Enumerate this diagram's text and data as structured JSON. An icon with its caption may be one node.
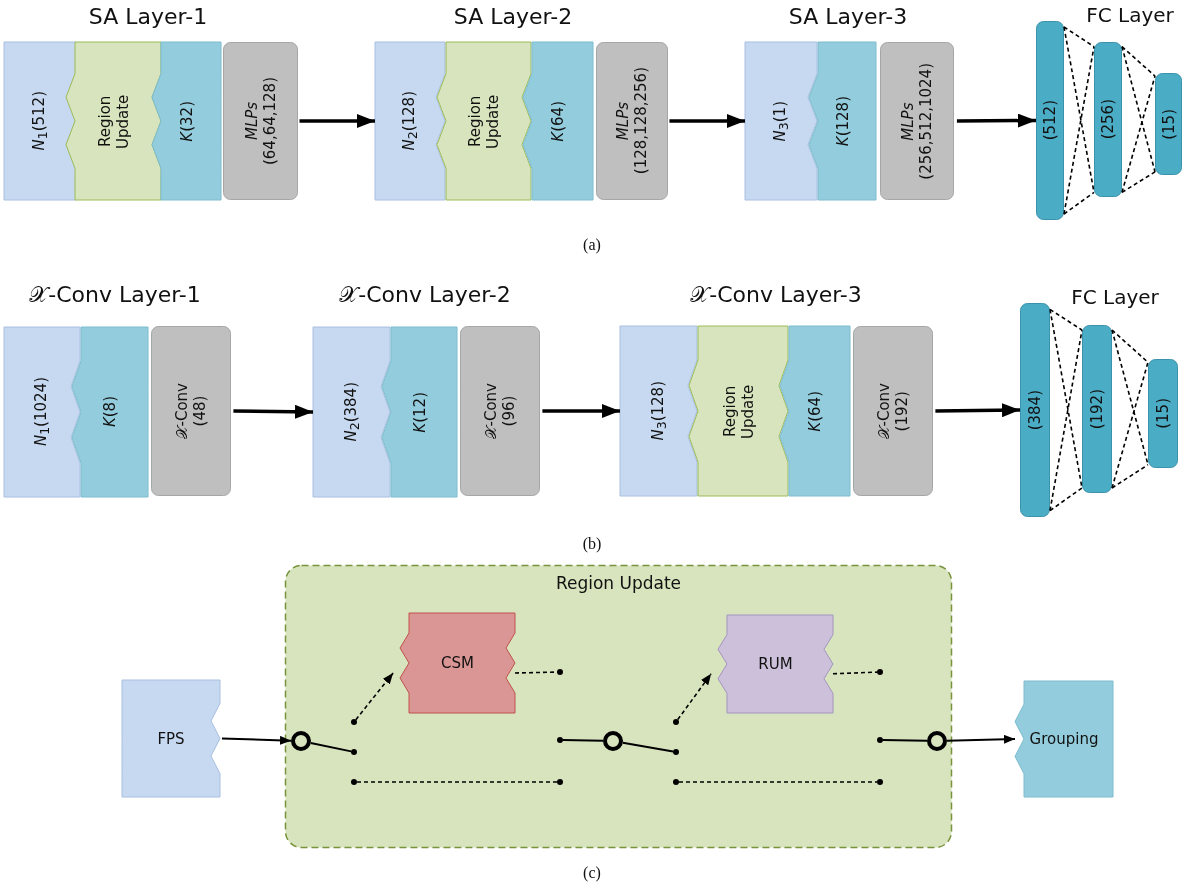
{
  "diagram": {
    "nodes": [
      {
        "text": [
          "*N*$_{1}$(512)"
        ]
      },
      {
        "text": [
          "Region Update"
        ]
      },
      {
        "text": [
          "*K*(32)"
        ]
      },
      {
        "text": [
          "MLPs",
          "(64,64,128)"
        ]
      },
      {
        "text": [
          "*N*$_{2}$(128)"
        ]
      },
      {
        "text": [
          "Region Update"
        ]
      },
      {
        "text": [
          "*K*(64)"
        ]
      },
      {
        "text": [
          "MLPs",
          "(128,128,256)"
        ]
      },
      {
        "text": [
          "*N*$_{3}$(1)"
        ]
      },
      {
        "text": [
          "*K*(128)"
        ]
      },
      {
        "text": [
          "MLPs",
          "(256,512,1024)"
        ]
      },
      {
        "text": [
          "(512)"
        ]
      },
      {
        "text": [
          "(256)"
        ]
      },
      {
        "text": [
          "(15)"
        ]
      },
      {
        "text": [
          "*N*$_{1}$(1024)"
        ]
      },
      {
        "text": [
          "*K*(8)"
        ]
      },
      {
        "text": [
          "𝒳-Conv",
          "(48)"
        ]
      },
      {
        "text": [
          "*N*$_{2}$(384)"
        ]
      },
      {
        "text": [
          "*K*(12)"
        ]
      },
      {
        "text": [
          "𝒳-Conv",
          "(96)"
        ]
      },
      {
        "text": [
          "*N*$_{3}$(128)"
        ]
      },
      {
        "text": [
          "Region Update"
        ]
      },
      {
        "text": [
          "*K*(64)"
        ]
      },
      {
        "text": [
          "𝒳-Conv",
          "(192)"
        ]
      },
      {
        "text": [
          "(384)"
        ]
      },
      {
        "text": [
          "(192)"
        ]
      },
      {
        "text": [
          "(15)"
        ]
      },
      {
        "text": [
          "FPS"
        ]
      },
      {
        "text": [
          "Region Update"
        ]
      },
      {
        "text": [
          "CSM"
        ],
        "in": 28
      },
      {
        "text": [
          "RUM"
        ],
        "in": 28
      },
      {
        "text": [],
        "shape": "circle",
        "in": 28
      },
      {
        "text": [],
        "shape": "dot",
        "in": 28
      },
      {
        "text": [],
        "shape": "dot",
        "in": 28
      },
      {
        "text": [],
        "shape": "dot",
        "in": 28
      },
      {
        "text": [],
        "shape": "dot",
        "in": 28
      },
      {
        "text": [],
        "shape": "dot",
        "in": 28
      },
      {
        "text": [],
        "shape": "dot",
        "in": 28
      },
      {
        "text": [],
        "shape": "circle",
        "in": 28
      },
      {
        "text": [],
        "shape": "dot",
        "in": 28
      },
      {
        "text": [],
        "shape": "dot",
        "in": 28
      },
      {
        "text": [],
        "shape": "dot",
        "in": 28
      },
      {
        "text": [],
        "shape": "dot",
        "in": 28
      },
      {
        "text": [],
        "shape": "dot",
        "in": 28
      },
      {
        "text": [],
        "shape": "dot",
        "in": 28
      },
      {
        "text": [],
        "shape": "circle",
        "in": 28
      },
      {
        "text": [
          "Grouping"
        ]
      }
    ],
    "edges": [
      {
        "from": 3,
        "to": 4,
        "arrow": "to",
        "style": "thick"
      },
      {
        "from": 7,
        "to": 8,
        "arrow": "to",
        "style": "thick"
      },
      {
        "from": 10,
        "to": 11,
        "arrow": "to",
        "style": "thick"
      },
      {
        "from": 11,
        "to": 12,
        "arrow": "none",
        "style": "dashed"
      },
      {
        "from": 11,
        "to": 12,
        "arrow": "none",
        "style": "dashed"
      },
      {
        "from": 11,
        "to": 12,
        "arrow": "none",
        "style": "dashed"
      },
      {
        "from": 11,
        "to": 12,
        "arrow": "none",
        "style": "dashed"
      },
      {
        "from": 12,
        "to": 13,
        "arrow": "none",
        "style": "dashed"
      },
      {
        "from": 12,
        "to": 13,
        "arrow": "none",
        "style": "dashed"
      },
      {
        "from": 12,
        "to": 13,
        "arrow": "none",
        "style": "dashed"
      },
      {
        "from": 12,
        "to": 13,
        "arrow": "none",
        "style": "dashed"
      },
      {
        "from": 16,
        "to": 17,
        "arrow": "to",
        "style": "thick"
      },
      {
        "from": 19,
        "to": 20,
        "arrow": "to",
        "style": "thick"
      },
      {
        "from": 23,
        "to": 24,
        "arrow": "to",
        "style": "thick"
      },
      {
        "from": 24,
        "to": 25,
        "arrow": "none",
        "style": "dashed"
      },
      {
        "from": 24,
        "to": 25,
        "arrow": "none",
        "style": "dashed"
      },
      {
        "from": 24,
        "to": 25,
        "arrow": "none",
        "style": "dashed"
      },
      {
        "from": 24,
        "to": 25,
        "arrow": "none",
        "style": "dashed"
      },
      {
        "from": 25,
        "to": 26,
        "arrow": "none",
        "style": "dashed"
      },
      {
        "from": 25,
        "to": 26,
        "arrow": "none",
        "style": "dashed"
      },
      {
        "from": 25,
        "to": 26,
        "arrow": "none",
        "style": "dashed"
      },
      {
        "from": 25,
        "to": 26,
        "arrow": "none",
        "style": "dashed"
      },
      {
        "from": 27,
        "to": 31,
        "arrow": "to"
      },
      {
        "from": 31,
        "to": 33,
        "arrow": "none"
      },
      {
        "from": 32,
        "to": 29,
        "arrow": "to",
        "style": "dashed"
      },
      {
        "from": 29,
        "to": 35,
        "arrow": "none",
        "style": "dashed"
      },
      {
        "from": 34,
        "to": 37,
        "arrow": "none",
        "style": "dashed"
      },
      {
        "from": 36,
        "to": 38,
        "arrow": "none"
      },
      {
        "from": 38,
        "to": 40,
        "arrow": "none"
      },
      {
        "from": 39,
        "to": 30,
        "arrow": "to",
        "style": "dashed"
      },
      {
        "from": 30,
        "to": 42,
        "arrow": "none",
        "style": "dashed"
      },
      {
        "from": 41,
        "to": 44,
        "arrow": "none",
        "style": "dashed"
      },
      {
        "from": 43,
        "to": 45,
        "arrow": "none"
      },
      {
        "from": 45,
        "to": 46,
        "arrow": "to"
      }
    ],
    "labels": [
      "SA Layer-1",
      "SA Layer-2",
      "SA Layer-3",
      "FC Layer",
      "(a)",
      "𝒳-Conv Layer-1",
      "𝒳-Conv Layer-2",
      "𝒳-Conv Layer-3",
      "FC Layer",
      "(b)",
      "(c)"
    ]
  }
}
